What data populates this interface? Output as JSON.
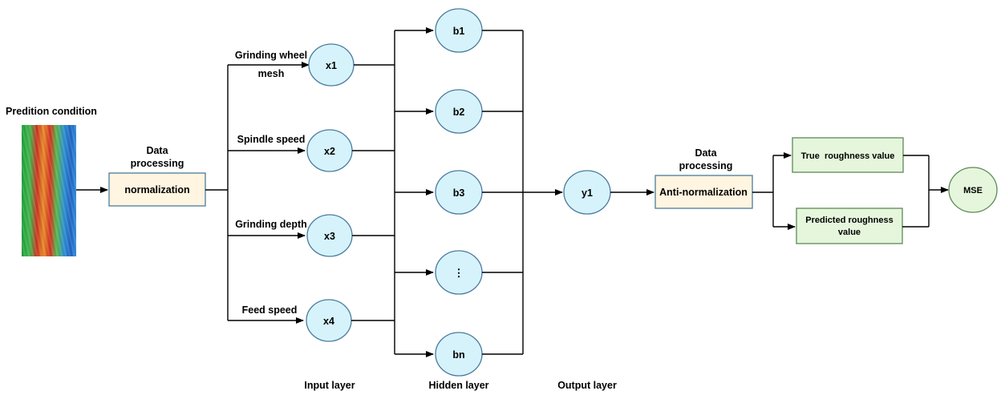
{
  "colors": {
    "node_fill": "#d6f3fb",
    "node_stroke": "#4a7b9d",
    "process_box_fill": "#fff5e0",
    "result_box_fill": "#e5f6dc",
    "result_box_stroke": "#5b8a54",
    "line": "#000000"
  },
  "left": {
    "condition_title": "Predition condition",
    "data_processing_line1": "Data",
    "data_processing_line2": "processing",
    "normalization_label": "normalization"
  },
  "inputs": {
    "x1": {
      "node": "x1",
      "label_line1": "Grinding wheel",
      "label_line2": "mesh"
    },
    "x2": {
      "node": "x2",
      "label": "Spindle speed"
    },
    "x3": {
      "node": "x3",
      "label": "Grinding depth"
    },
    "x4": {
      "node": "x4",
      "label": "Feed speed"
    }
  },
  "hidden": {
    "b1": "b1",
    "b2": "b2",
    "b3": "b3",
    "ellipsis": "⋮",
    "bn": "bn"
  },
  "output": {
    "y1": "y1"
  },
  "right": {
    "data_processing_line1": "Data",
    "data_processing_line2": "processing",
    "anti_normalization_label": "Anti-normalization",
    "true_roughness_label": "True  roughness value",
    "predicted_roughness_line1": "Predicted roughness",
    "predicted_roughness_line2": "value",
    "mse_label": "MSE"
  },
  "layers": {
    "input": "Input layer",
    "hidden": "Hidden layer",
    "output": "Output layer"
  }
}
